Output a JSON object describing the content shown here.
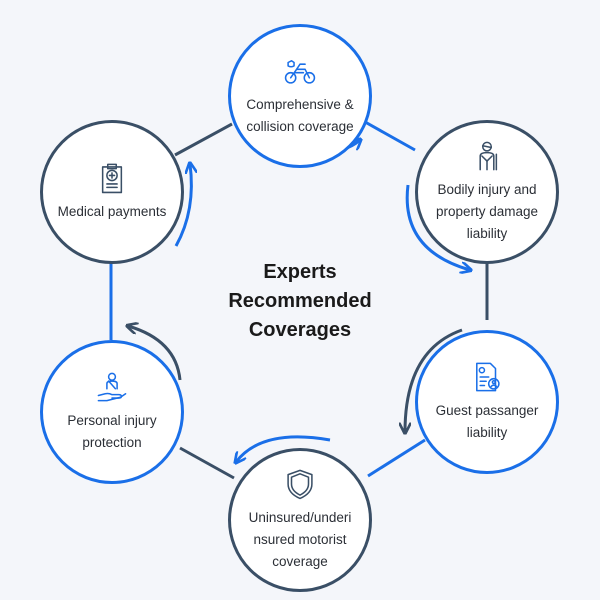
{
  "center": {
    "lines": [
      "Experts",
      "Recommended",
      "Coverages"
    ]
  },
  "nodes": [
    {
      "label": "Comprehensive & collision coverage",
      "icon": "motorcycle-icon",
      "ring": "blue"
    },
    {
      "label": "Bodily injury and property damage liability",
      "icon": "injured-person-icon",
      "ring": "dark"
    },
    {
      "label": "Guest passanger liability",
      "icon": "document-person-icon",
      "ring": "blue"
    },
    {
      "label": "Uninsured/underi nsured motorist coverage",
      "icon": "shield-icon",
      "ring": "dark"
    },
    {
      "label": "Personal injury protection",
      "icon": "hand-person-icon",
      "ring": "blue"
    },
    {
      "label": "Medical payments",
      "icon": "clipboard-medical-icon",
      "ring": "dark"
    }
  ],
  "colors": {
    "blue": "#1a6fe8",
    "dark": "#3a4f66",
    "background": "#f4f6fa",
    "text": "#2b2f36"
  }
}
